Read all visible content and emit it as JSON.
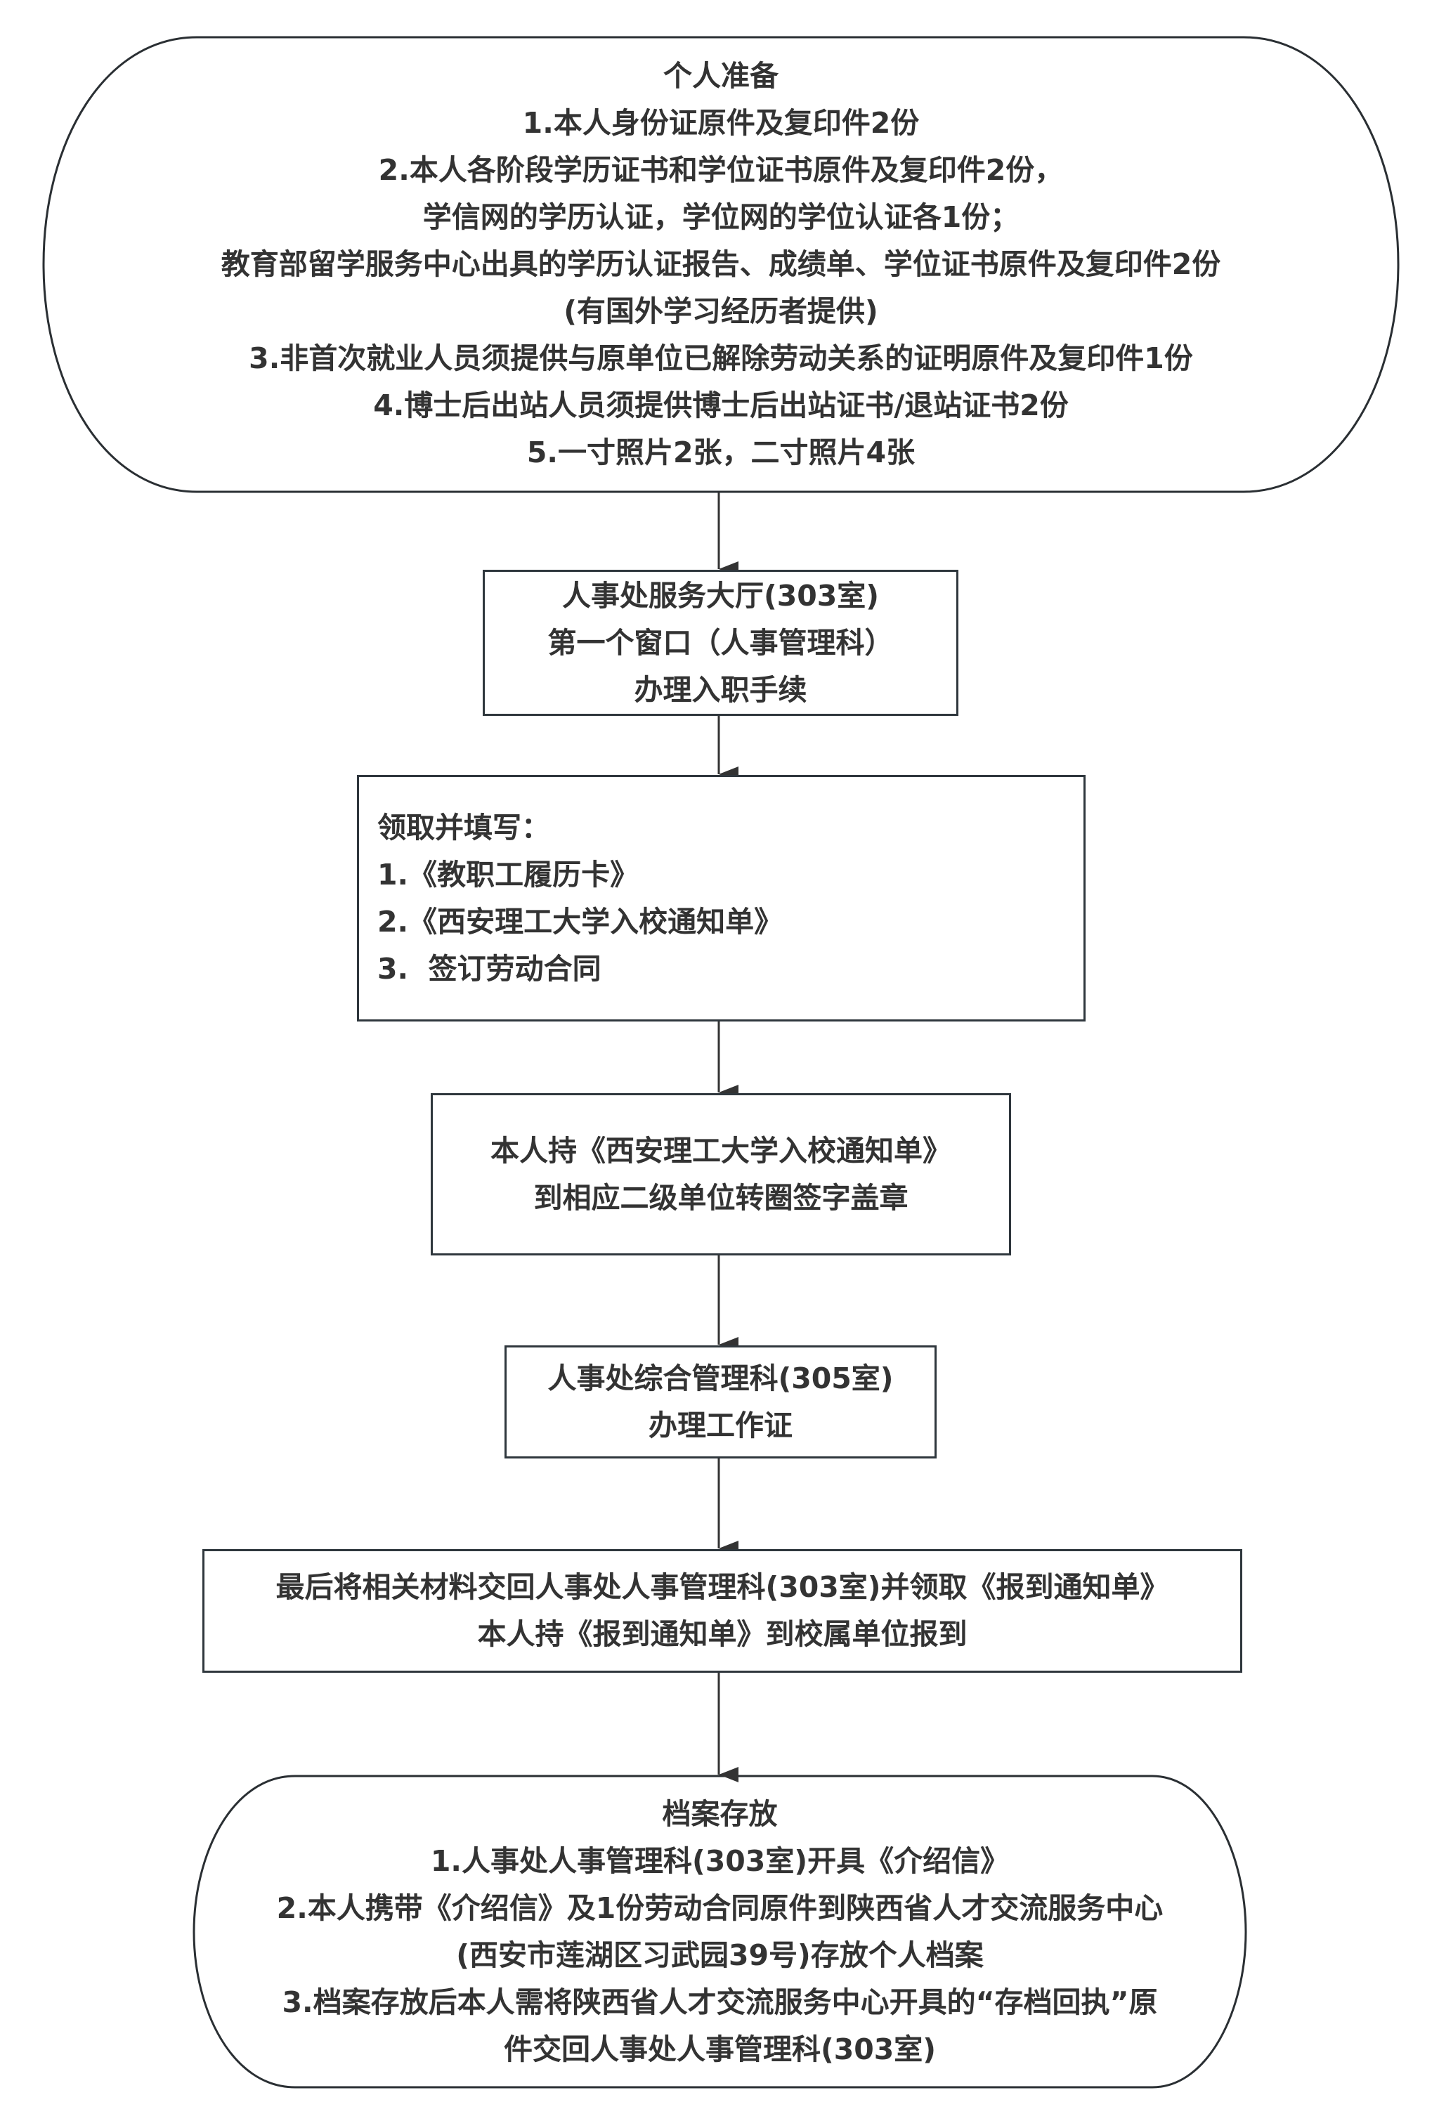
{
  "flowchart": {
    "stroke_color": "#2f373d",
    "text_color": "#333333",
    "nodes": [
      {
        "id": "personal-prep",
        "shape": "terminal",
        "lines": [
          "个人准备",
          "1.本人身份证原件及复印件2份",
          "2.本人各阶段学历证书和学位证书原件及复印件2份，",
          "学信网的学历认证，学位网的学位认证各1份；",
          "教育部留学服务中心出具的学历认证报告、成绩单、学位证书原件及复印件2份",
          "(有国外学习经历者提供)",
          "3.非首次就业人员须提供与原单位已解除劳动关系的证明原件及复印件1份",
          "4.博士后出站人员须提供博士后出站证书/退站证书2份",
          "5.一寸照片2张，二寸照片4张"
        ]
      },
      {
        "id": "service-hall",
        "shape": "process",
        "lines": [
          "人事处服务大厅(303室)",
          "第一个窗口（人事管理科）",
          "办理入职手续"
        ]
      },
      {
        "id": "collect-fill",
        "shape": "process",
        "lines": [
          "领取并填写：",
          "1.《教职工履历卡》",
          "2.《西安理工大学入校通知单》",
          "3.  签订劳动合同"
        ]
      },
      {
        "id": "unit-stamp",
        "shape": "process",
        "lines": [
          "本人持《西安理工大学入校通知单》",
          "到相应二级单位转圈签字盖章"
        ]
      },
      {
        "id": "work-permit",
        "shape": "process",
        "lines": [
          "人事处综合管理科(305室)",
          "办理工作证"
        ]
      },
      {
        "id": "report-notice",
        "shape": "process",
        "lines": [
          "最后将相关材料交回人事处人事管理科(303室)并领取《报到通知单》",
          "本人持《报到通知单》到校属单位报到"
        ]
      },
      {
        "id": "archive-storage",
        "shape": "terminal",
        "lines": [
          "档案存放",
          "1.人事处人事管理科(303室)开具《介绍信》",
          "2.本人携带《介绍信》及1份劳动合同原件到陕西省人才交流服务中心",
          "(西安市莲湖区习武园39号)存放个人档案",
          "3.档案存放后本人需将陕西省人才交流服务中心开具的“存档回执”原",
          "件交回人事处人事管理科(303室)"
        ]
      }
    ],
    "edges": [
      {
        "from": "personal-prep",
        "to": "service-hall"
      },
      {
        "from": "service-hall",
        "to": "collect-fill"
      },
      {
        "from": "collect-fill",
        "to": "unit-stamp"
      },
      {
        "from": "unit-stamp",
        "to": "work-permit"
      },
      {
        "from": "work-permit",
        "to": "report-notice"
      },
      {
        "from": "report-notice",
        "to": "archive-storage"
      }
    ]
  }
}
